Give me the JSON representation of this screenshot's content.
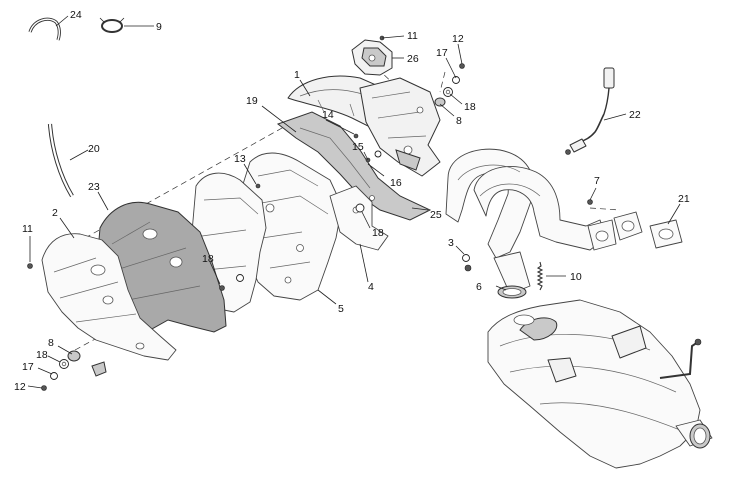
{
  "callouts": {
    "c24": "24",
    "c9": "9",
    "c11_top": "11",
    "c26": "26",
    "c12_top": "12",
    "c17_top": "17",
    "c18_top": "18",
    "c8_top": "8",
    "c1": "1",
    "c22": "22",
    "c19": "19",
    "c14": "14",
    "c15": "15",
    "c16": "16",
    "c13": "13",
    "c20": "20",
    "c7": "7",
    "c21": "21",
    "c23": "23",
    "c2": "2",
    "c25": "25",
    "c18_mid": "18",
    "c11_left": "11",
    "c3": "3",
    "c10": "10",
    "c18_left": "18",
    "c6": "6",
    "c4": "4",
    "c5": "5",
    "c8_bot": "8",
    "c18_bot": "18",
    "c17_bot": "17",
    "c12_bot": "12"
  }
}
